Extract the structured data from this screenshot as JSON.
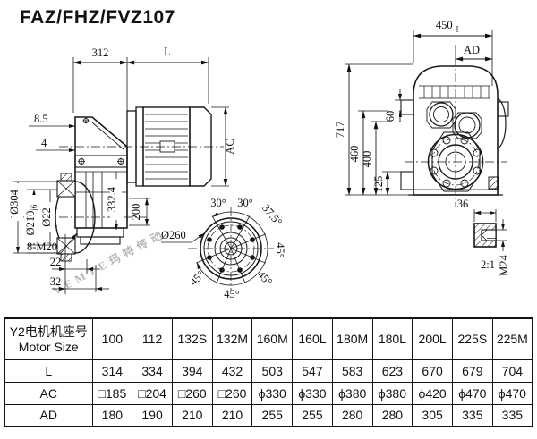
{
  "title": "FAZ/FHZ/FVZ107",
  "watermark": {
    "text": "VEMTE玛特传动",
    "color": "#cc5555"
  },
  "side_view": {
    "d312": "312",
    "dL": "L",
    "d85": "8.5",
    "d4": "4",
    "d3324": "332.4",
    "dAC": "AC",
    "d200": "200",
    "d304": "Ø304",
    "d210": "Ø210",
    "d210_fit": "j6",
    "d22dia": "Ø22",
    "d8m20": "8-M20",
    "d22": "22",
    "d32": "32"
  },
  "flange_view": {
    "d260": "Ø260",
    "a30_left": "30°",
    "a30_right": "30°",
    "a37_5": "37.5°",
    "a45_right": "45°",
    "a45_br": "45°",
    "a45_bottom": "45°",
    "a45_bl": "45°"
  },
  "rear_view": {
    "d450": "450",
    "d450_tol": "-1",
    "dAD": "AD",
    "d717": "717",
    "d460": "460",
    "d400": "400",
    "d125": "125",
    "d60": "60",
    "d36": "36",
    "dM24": "M24",
    "detail_scale": "2:1"
  },
  "table": {
    "header_cn": "Y2电机机座号",
    "header_en": "Motor Size",
    "columns": [
      "100",
      "112",
      "132S",
      "132M",
      "160M",
      "160L",
      "180M",
      "180L",
      "200L",
      "225S",
      "225M"
    ],
    "rows": [
      {
        "label": "L",
        "values": [
          "314",
          "334",
          "394",
          "432",
          "503",
          "547",
          "583",
          "623",
          "670",
          "679",
          "704"
        ]
      },
      {
        "label": "AC",
        "values": [
          "□185",
          "□204",
          "□260",
          "□260",
          "ϕ330",
          "ϕ330",
          "ϕ380",
          "ϕ380",
          "ϕ420",
          "ϕ470",
          "ϕ470"
        ]
      },
      {
        "label": "AD",
        "values": [
          "180",
          "190",
          "210",
          "210",
          "255",
          "255",
          "280",
          "280",
          "305",
          "335",
          "335"
        ]
      }
    ]
  }
}
